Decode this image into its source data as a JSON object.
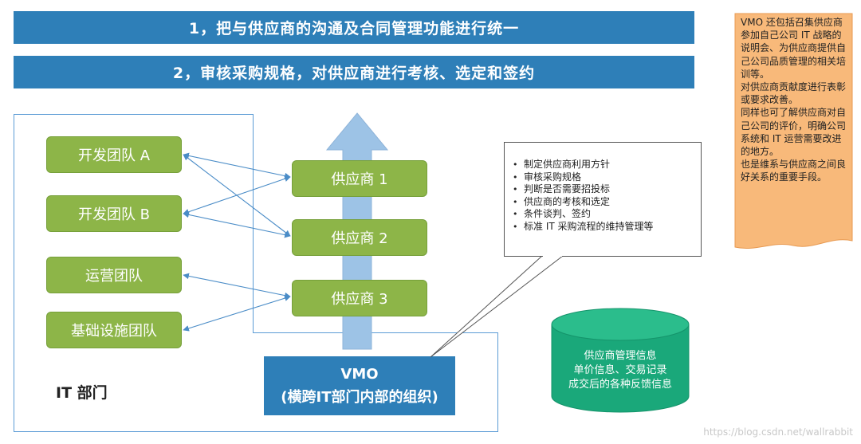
{
  "banners": {
    "b1": "1，把与供应商的沟通及合同管理功能进行统一",
    "b2": "2，审核采购规格，对供应商进行考核、选定和签约"
  },
  "teams": [
    "开发团队 A",
    "开发团队 B",
    "运营团队",
    "基础设施团队"
  ],
  "suppliers": [
    "供应商 1",
    "供应商 2",
    "供应商 3"
  ],
  "it_label": "IT 部门",
  "vmo": {
    "line1": "VMO",
    "line2": "(横跨IT部门内部的组织)"
  },
  "callout_items": [
    "制定供应商利用方针",
    "审核采购规格",
    "判断是否需要招投标",
    "供应商的考核和选定",
    "条件谈判、签约",
    "标准 IT 采购流程的维持管理等"
  ],
  "database": {
    "line1": "供应商管理信息",
    "line2": "单价信息、交易记录",
    "line3": "成交后的各种反馈信息"
  },
  "note": {
    "p1": "VMO 还包括召集供应商参加自己公司 IT 战略的说明会、为供应商提供自己公司品质管理的相关培训等。",
    "p2": "对供应商贡献度进行表彰或要求改善。",
    "p3": "同样也可了解供应商对自己公司的评价，明确公司系统和 IT 运营需要改进的地方。",
    "p4": "也是维系与供应商之间良好关系的重要手段。"
  },
  "watermark": "https://blog.csdn.net/wallrabbit",
  "colors": {
    "banner": "#2e7fb8",
    "box_green": "#8db548",
    "arrow_blue": "#9dc3e6",
    "database_teal": "#1aa87a",
    "note_orange": "#f8b97a",
    "frame_blue": "#5b9bd5"
  }
}
